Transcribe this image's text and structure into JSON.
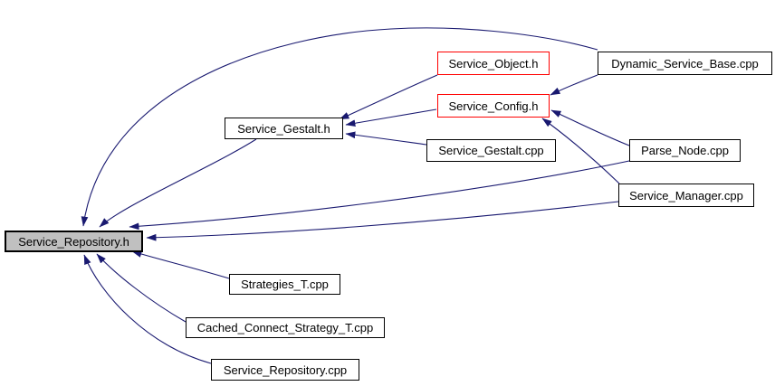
{
  "diagram": {
    "kind": "doxygen-included-by-graph",
    "root": "Service_Repository.h",
    "colors": {
      "edge": "#191970",
      "root_fill": "#c0c0c0",
      "highlight_border": "#ff0000",
      "node_border": "#000000",
      "background": "#ffffff"
    },
    "nodes": [
      {
        "id": "service-repository-h",
        "label": "Service_Repository.h",
        "style": "main"
      },
      {
        "id": "service-gestalt-h",
        "label": "Service_Gestalt.h",
        "style": "normal"
      },
      {
        "id": "service-object-h",
        "label": "Service_Object.h",
        "style": "highlight"
      },
      {
        "id": "service-config-h",
        "label": "Service_Config.h",
        "style": "highlight"
      },
      {
        "id": "dynamic-service-base-cpp",
        "label": "Dynamic_Service_Base.cpp",
        "style": "normal"
      },
      {
        "id": "service-gestalt-cpp",
        "label": "Service_Gestalt.cpp",
        "style": "normal"
      },
      {
        "id": "parse-node-cpp",
        "label": "Parse_Node.cpp",
        "style": "normal"
      },
      {
        "id": "service-manager-cpp",
        "label": "Service_Manager.cpp",
        "style": "normal"
      },
      {
        "id": "strategies-t-cpp",
        "label": "Strategies_T.cpp",
        "style": "normal"
      },
      {
        "id": "cached-connect-strategy-t-cpp",
        "label": "Cached_Connect_Strategy_T.cpp",
        "style": "normal"
      },
      {
        "id": "service-repository-cpp",
        "label": "Service_Repository.cpp",
        "style": "normal"
      }
    ],
    "edges": [
      {
        "from": "Dynamic_Service_Base.cpp",
        "to": "Service_Repository.h"
      },
      {
        "from": "Service_Gestalt.h",
        "to": "Service_Repository.h"
      },
      {
        "from": "Parse_Node.cpp",
        "to": "Service_Repository.h"
      },
      {
        "from": "Service_Manager.cpp",
        "to": "Service_Repository.h"
      },
      {
        "from": "Strategies_T.cpp",
        "to": "Service_Repository.h"
      },
      {
        "from": "Cached_Connect_Strategy_T.cpp",
        "to": "Service_Repository.h"
      },
      {
        "from": "Service_Repository.cpp",
        "to": "Service_Repository.h"
      },
      {
        "from": "Service_Object.h",
        "to": "Service_Gestalt.h"
      },
      {
        "from": "Service_Config.h",
        "to": "Service_Gestalt.h"
      },
      {
        "from": "Service_Gestalt.cpp",
        "to": "Service_Gestalt.h"
      },
      {
        "from": "Dynamic_Service_Base.cpp",
        "to": "Service_Config.h"
      },
      {
        "from": "Parse_Node.cpp",
        "to": "Service_Config.h"
      },
      {
        "from": "Service_Manager.cpp",
        "to": "Service_Config.h"
      }
    ]
  }
}
